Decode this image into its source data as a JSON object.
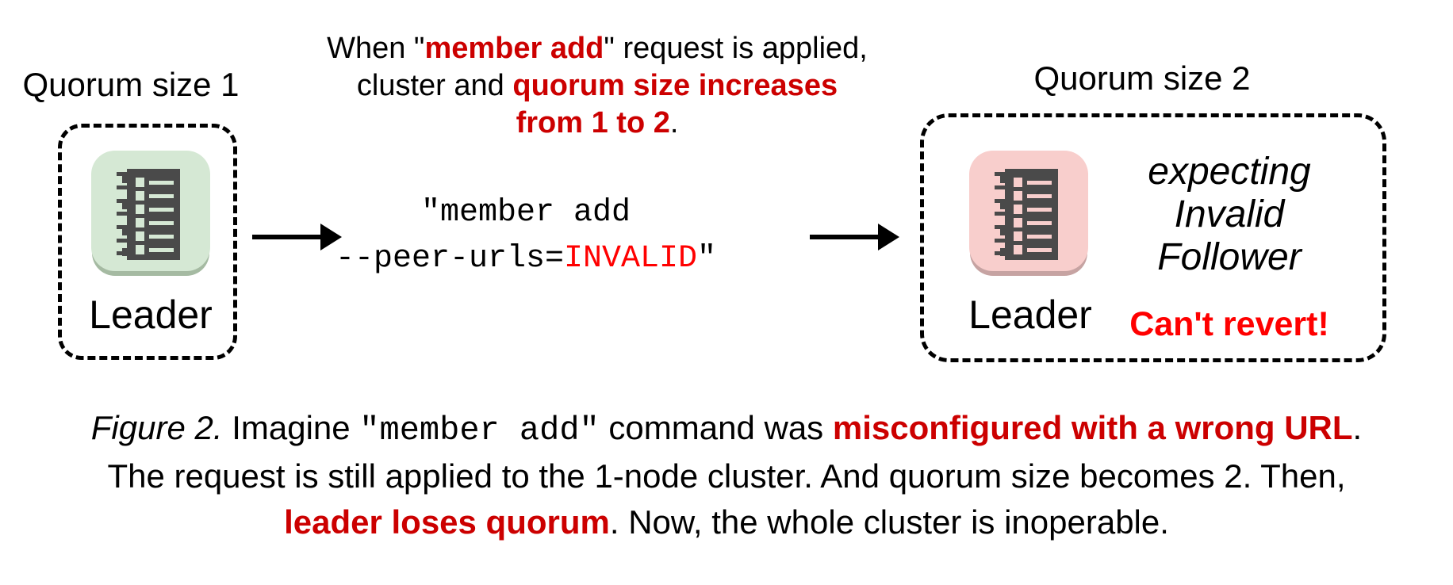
{
  "colors": {
    "ink": "#000000",
    "emphasis_red": "#cc0000",
    "alert_red": "#ff0000",
    "node_green": "#d5e8d4",
    "node_green_shadow": "#a5baa2",
    "node_pink": "#f8cecc",
    "node_pink_shadow": "#c6a3a2",
    "glyph_dark": "#4a4a4a"
  },
  "left_cluster": {
    "title": "Quorum size 1",
    "node_label": "Leader"
  },
  "right_cluster": {
    "title": "Quorum size 2",
    "node_label": "Leader",
    "expecting_lines": [
      "expecting",
      "Invalid",
      "Follower"
    ],
    "warning": "Can't revert!"
  },
  "transition": {
    "note_l1a": "When \"",
    "note_l1b": "member add",
    "note_l1c": "\" request is applied,",
    "note_l2a": "cluster and ",
    "note_l2b": "quorum size increases",
    "note_l3a": "from 1 to 2",
    "note_l3b": ".",
    "command_l1": "\"member add",
    "command_l2a": "--peer-urls=",
    "command_l2b": "INVALID",
    "command_l2c": "\""
  },
  "caption": {
    "l1a": "Figure 2.",
    "l1b": " Imagine ",
    "l1c": "\"member add\"",
    "l1d": " command was ",
    "l1e": "misconfigured with a wrong URL",
    "l1f": ".",
    "l2": "The request is still applied to the 1-node cluster. And quorum size becomes 2. Then,",
    "l3a": "leader loses quorum",
    "l3b": ". Now, the whole cluster is inoperable."
  }
}
